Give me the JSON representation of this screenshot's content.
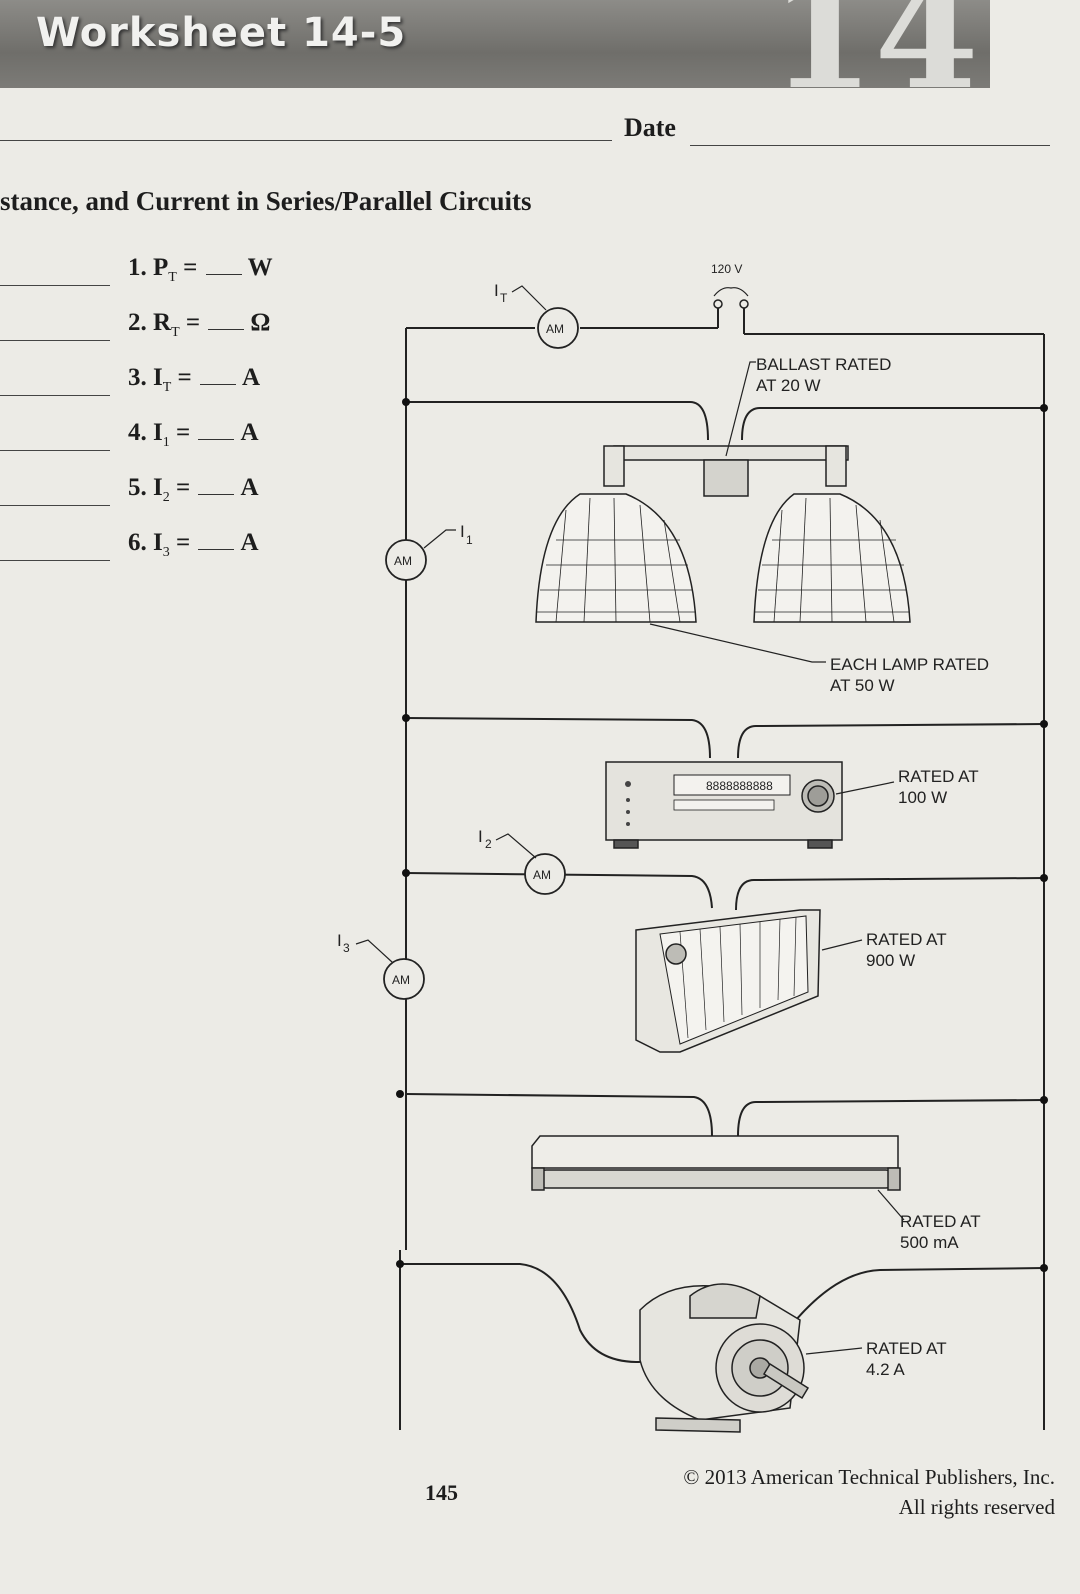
{
  "header": {
    "title": "Worksheet 14-5",
    "chapter": "14"
  },
  "date_label": "Date",
  "subtitle": "stance, and Current in Series/Parallel Circuits",
  "questions": [
    {
      "num": "1.",
      "symbol": "P",
      "sub": "T",
      "unit": "W"
    },
    {
      "num": "2.",
      "symbol": "R",
      "sub": "T",
      "unit": "Ω"
    },
    {
      "num": "3.",
      "symbol": "I",
      "sub": "T",
      "unit": "A"
    },
    {
      "num": "4.",
      "symbol": "I",
      "sub": "1",
      "unit": "A"
    },
    {
      "num": "5.",
      "symbol": "I",
      "sub": "2",
      "unit": "A"
    },
    {
      "num": "6.",
      "symbol": "I",
      "sub": "3",
      "unit": "A"
    }
  ],
  "diagram": {
    "supply": "120 V",
    "ammeter": "AM",
    "current_labels": {
      "it": "I",
      "it_sub": "T",
      "i1": "I",
      "i1_sub": "1",
      "i2": "I",
      "i2_sub": "2",
      "i3": "I",
      "i3_sub": "3"
    },
    "ballast_line1": "BALLAST RATED",
    "ballast_line2": "AT 20 W",
    "lamp_line1": "EACH LAMP RATED",
    "lamp_line2": "AT 50 W",
    "receiver_line1": "RATED AT",
    "receiver_line2": "100 W",
    "heater_line1": "RATED AT",
    "heater_line2": "900 W",
    "fluor_line1": "RATED AT",
    "fluor_line2": "500 mA",
    "motor_line1": "RATED AT",
    "motor_line2": "4.2 A",
    "display_digits": "8888888888"
  },
  "page_number": "145",
  "copyright_line1": "© 2013 American Technical Publishers, Inc.",
  "copyright_line2": "All rights reserved"
}
